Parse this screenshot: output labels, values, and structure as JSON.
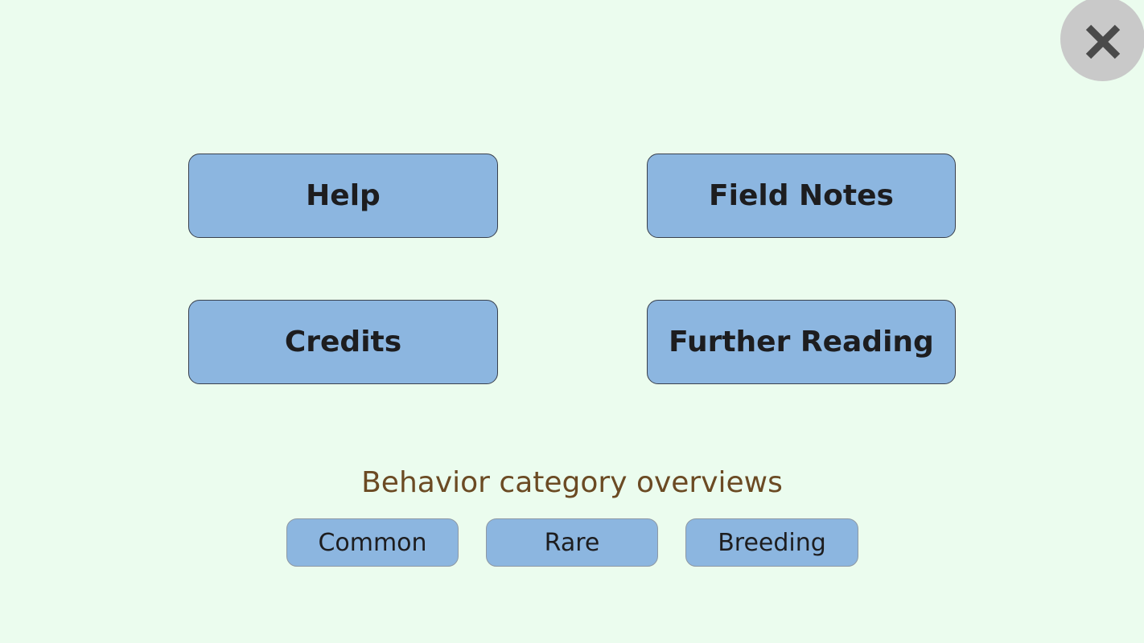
{
  "colors": {
    "background": "#ebfcee",
    "button_fill": "#8cb6e0",
    "button_border_dark": "#39404d",
    "small_button_border": "#8e99a4",
    "button_text": "#1d1d1f",
    "heading_text": "#6b4a23",
    "close_circle": "#c9c9c9",
    "close_x": "#4a4a4a"
  },
  "close_button": {
    "icon": "close-icon"
  },
  "menu_buttons": [
    {
      "label": "Help"
    },
    {
      "label": "Field Notes"
    },
    {
      "label": "Credits"
    },
    {
      "label": "Further Reading"
    }
  ],
  "section": {
    "heading": "Behavior category overviews",
    "category_buttons": [
      {
        "label": "Common"
      },
      {
        "label": "Rare"
      },
      {
        "label": "Breeding"
      }
    ]
  }
}
